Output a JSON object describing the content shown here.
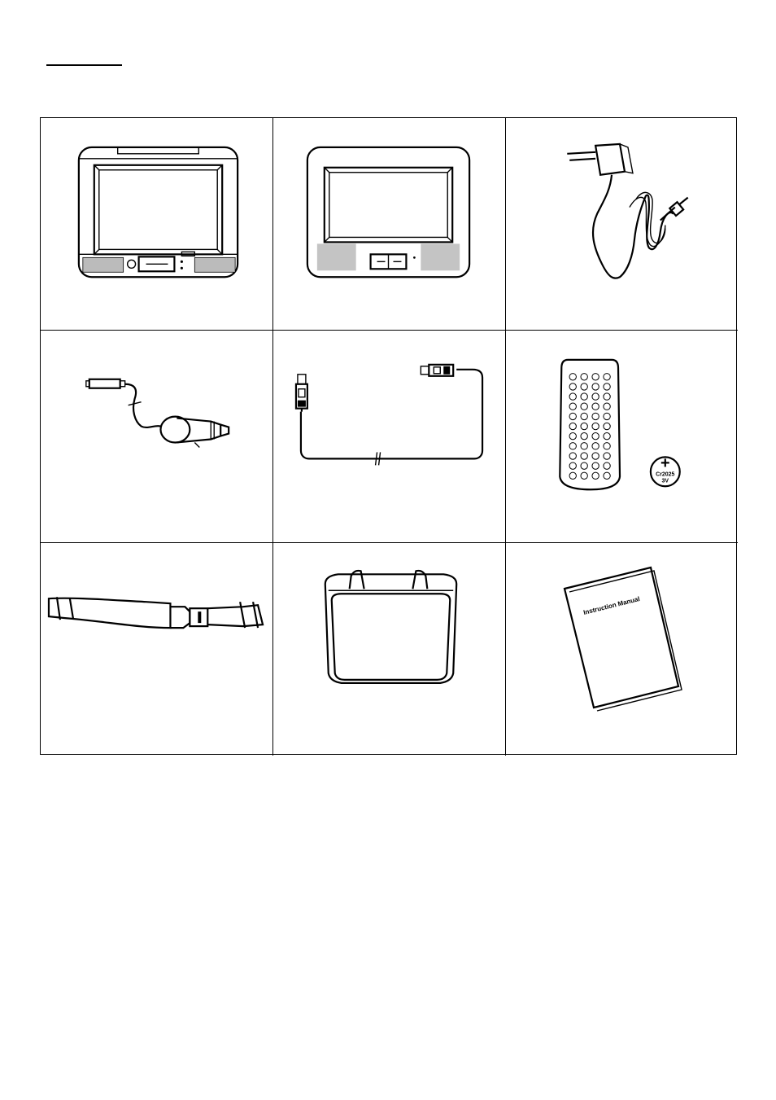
{
  "accessories": [
    {
      "id": "dvd-player-main"
    },
    {
      "id": "second-monitor"
    },
    {
      "id": "ac-adapter"
    },
    {
      "id": "car-adapter"
    },
    {
      "id": "av-cable"
    },
    {
      "id": "remote-control",
      "battery_label_line1": "Cr2025",
      "battery_label_line2": "3V"
    },
    {
      "id": "headrest-strap"
    },
    {
      "id": "carry-bag"
    },
    {
      "id": "instruction-manual",
      "cover_text": "Instruction Manual"
    }
  ]
}
